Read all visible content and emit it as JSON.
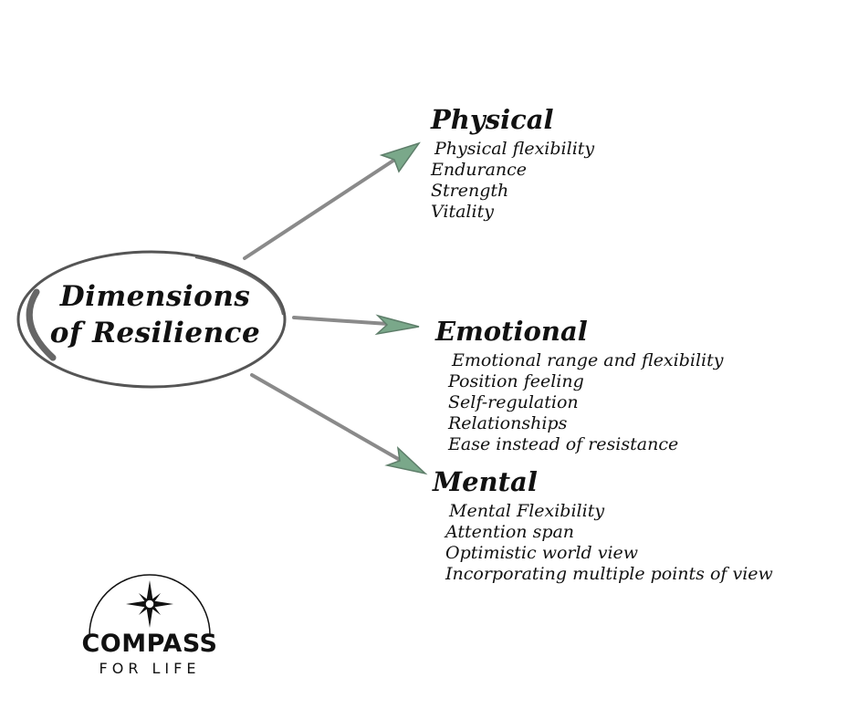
{
  "center": {
    "line1": "Dimensions",
    "line2": "of Resilience"
  },
  "branches": [
    {
      "title": "Physical",
      "items": [
        "Physical flexibility",
        "Endurance",
        "Strength",
        "Vitality"
      ]
    },
    {
      "title": "Emotional",
      "items": [
        "Emotional range and flexibility",
        "Position feeling",
        "Self-regulation",
        "Relationships",
        "Ease instead of resistance"
      ]
    },
    {
      "title": "Mental",
      "items": [
        "Mental Flexibility",
        "Attention span",
        "Optimistic world view",
        "Incorporating multiple points of view"
      ]
    }
  ],
  "logo": {
    "word": "COMPASS",
    "sub": "FOR LIFE",
    "accent_color": "#c0392b"
  },
  "colors": {
    "arrow_shaft": "#8a8a8a",
    "arrow_head": "#7aa88a",
    "ellipse": "#555555"
  }
}
